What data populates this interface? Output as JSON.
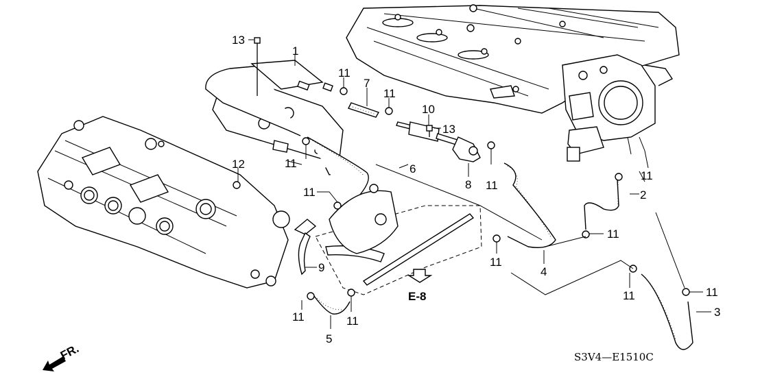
{
  "diagram": {
    "type": "parts-exploded-view",
    "diagram_code": "S3V4—E1510C",
    "reference": "E-8",
    "direction_marker": "FR.",
    "callouts": [
      {
        "id": "c13a",
        "label": "13"
      },
      {
        "id": "c1",
        "label": "1"
      },
      {
        "id": "c11a",
        "label": "11"
      },
      {
        "id": "c7",
        "label": "7"
      },
      {
        "id": "c11b",
        "label": "11"
      },
      {
        "id": "c10",
        "label": "10"
      },
      {
        "id": "c13b",
        "label": "13"
      },
      {
        "id": "c11c",
        "label": "11"
      },
      {
        "id": "c12",
        "label": "12"
      },
      {
        "id": "c6",
        "label": "6"
      },
      {
        "id": "c8",
        "label": "8"
      },
      {
        "id": "c11d",
        "label": "11"
      },
      {
        "id": "c11e",
        "label": "11"
      },
      {
        "id": "c11f",
        "label": "11"
      },
      {
        "id": "c2",
        "label": "2"
      },
      {
        "id": "c11g",
        "label": "11"
      },
      {
        "id": "c9",
        "label": "9"
      },
      {
        "id": "c11h",
        "label": "11"
      },
      {
        "id": "c4",
        "label": "4"
      },
      {
        "id": "c11i",
        "label": "11"
      },
      {
        "id": "c11j",
        "label": "11"
      },
      {
        "id": "c11k",
        "label": "11"
      },
      {
        "id": "c11l",
        "label": "11"
      },
      {
        "id": "c3",
        "label": "3"
      },
      {
        "id": "c5",
        "label": "5"
      }
    ]
  }
}
